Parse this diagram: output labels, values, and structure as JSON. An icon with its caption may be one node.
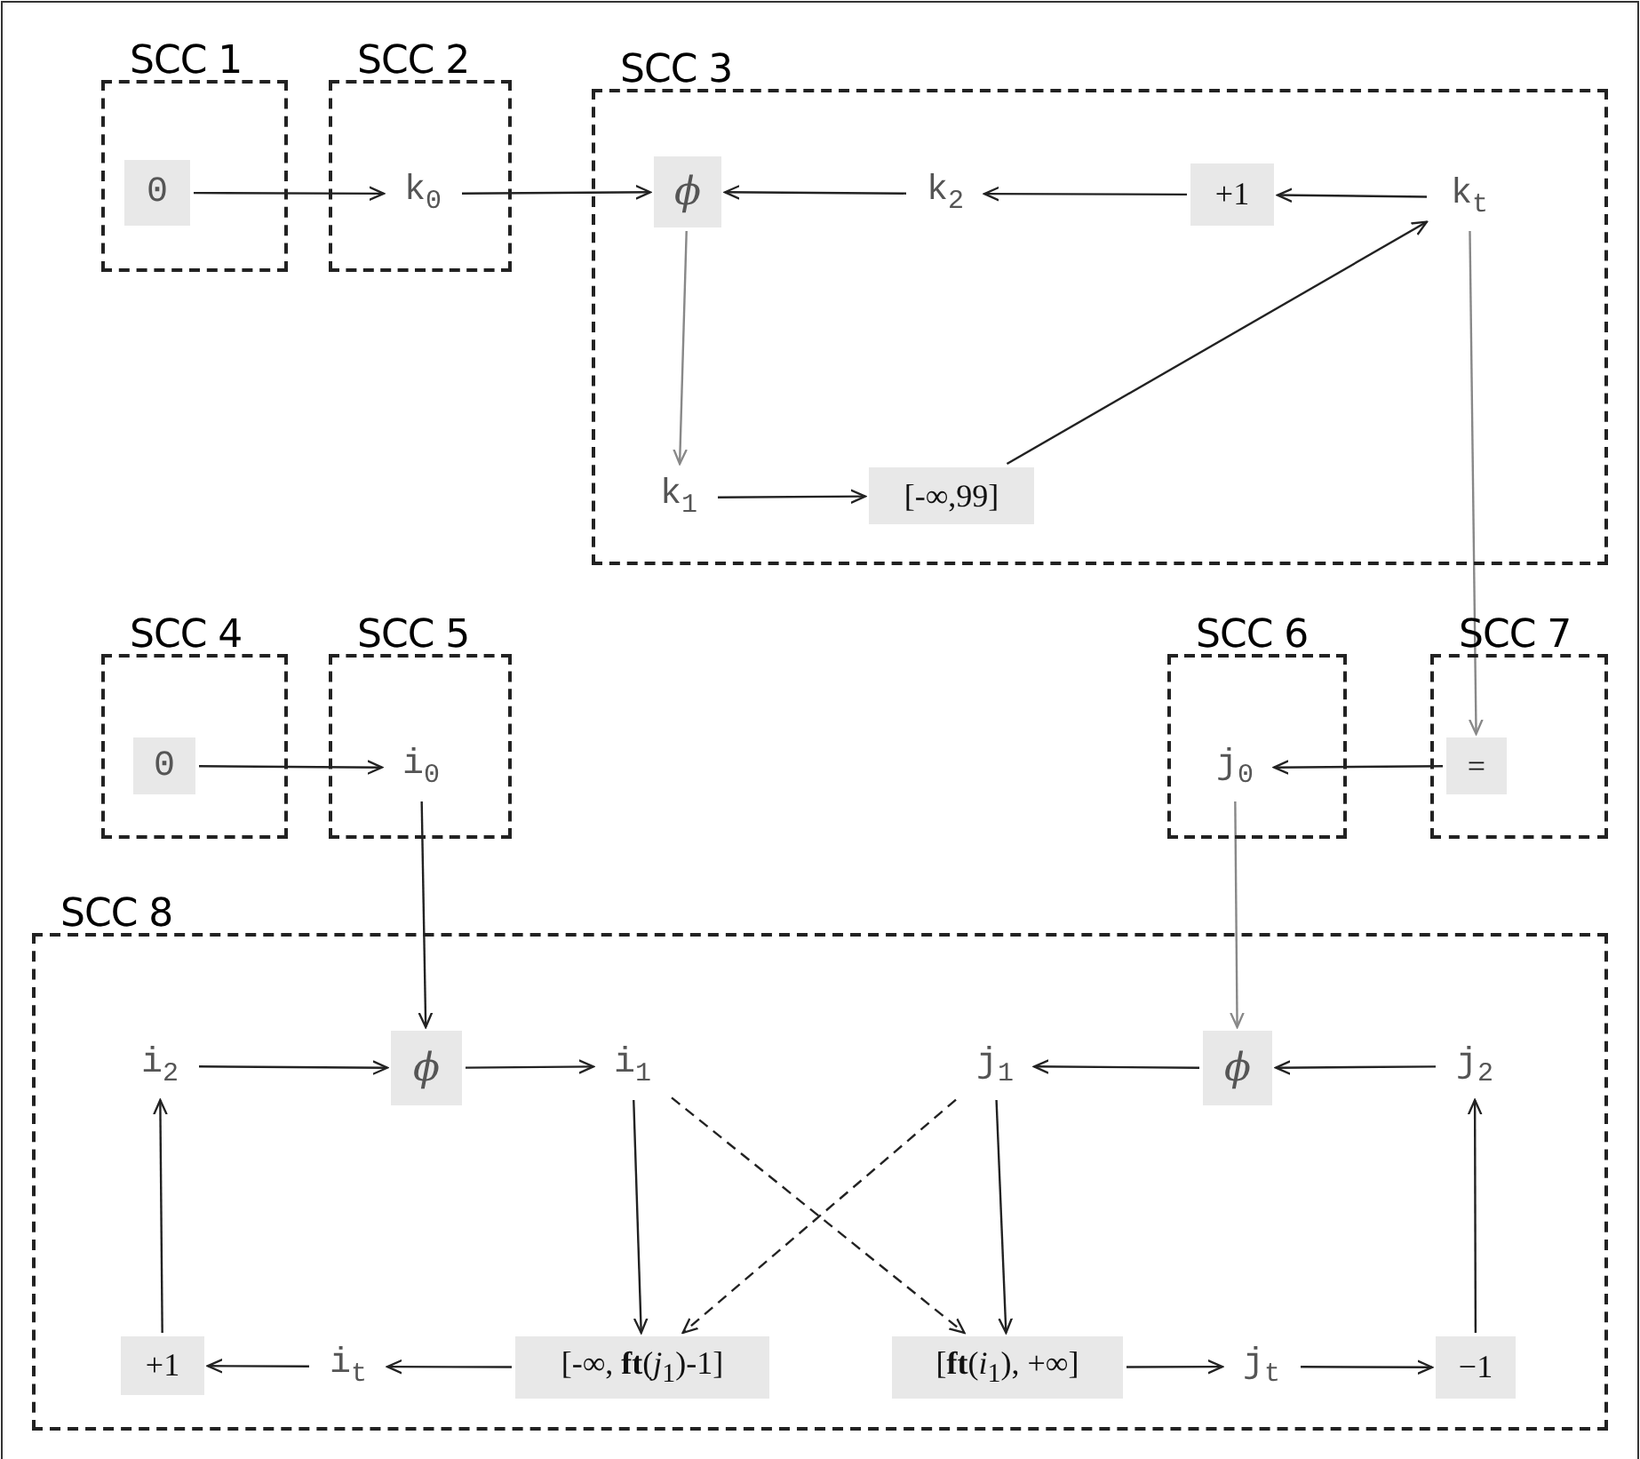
{
  "diagram": {
    "nodes": [
      {
        "text": [
          "SCC 1"
        ]
      },
      {
        "text": [
          "0"
        ],
        "in": 0
      },
      {
        "text": [
          "SCC 2"
        ]
      },
      {
        "text": [
          "k$_{0}$"
        ],
        "in": 2
      },
      {
        "text": [
          "SCC 3"
        ]
      },
      {
        "text": [
          "ϕ"
        ],
        "in": 4
      },
      {
        "text": [
          "k$_{2}$"
        ],
        "in": 4
      },
      {
        "text": [
          "+1"
        ],
        "in": 4
      },
      {
        "text": [
          "k$_{t}$"
        ],
        "in": 4
      },
      {
        "text": [
          "k$_{1}$"
        ],
        "in": 4
      },
      {
        "text": [
          "[-∞,99]"
        ],
        "in": 4
      },
      {
        "text": [
          "SCC 4"
        ]
      },
      {
        "text": [
          "0"
        ],
        "in": 11
      },
      {
        "text": [
          "SCC 5"
        ]
      },
      {
        "text": [
          "i$_{0}$"
        ],
        "in": 13
      },
      {
        "text": [
          "SCC 6"
        ]
      },
      {
        "text": [
          "j$_{0}$"
        ],
        "in": 15
      },
      {
        "text": [
          "SCC 7"
        ]
      },
      {
        "text": [
          "="
        ],
        "in": 17
      },
      {
        "text": [
          "SCC 8"
        ]
      },
      {
        "text": [
          "i$_{2}$"
        ],
        "in": 19
      },
      {
        "text": [
          "ϕ"
        ],
        "in": 19
      },
      {
        "text": [
          "i$_{1}$"
        ],
        "in": 19
      },
      {
        "text": [
          "j$_{1}$"
        ],
        "in": 19
      },
      {
        "text": [
          "ϕ"
        ],
        "in": 19
      },
      {
        "text": [
          "j$_{2}$"
        ],
        "in": 19
      },
      {
        "text": [
          "+1"
        ],
        "in": 19
      },
      {
        "text": [
          "i$_{t}$"
        ],
        "in": 19
      },
      {
        "text": [
          "[-∞, **ft**(*j*$_{1}$)-1]"
        ],
        "in": 19
      },
      {
        "text": [
          "[**ft**(*i*$_{1}$), +∞]"
        ],
        "in": 19
      },
      {
        "text": [
          "j$_{t}$"
        ],
        "in": 19
      },
      {
        "text": [
          "−1"
        ],
        "in": 19
      }
    ],
    "edges": [
      {
        "from": 1,
        "to": 3,
        "arrow": "to"
      },
      {
        "from": 3,
        "to": 5,
        "arrow": "to"
      },
      {
        "from": 6,
        "to": 5,
        "arrow": "to"
      },
      {
        "from": 7,
        "to": 6,
        "arrow": "to"
      },
      {
        "from": 8,
        "to": 7,
        "arrow": "to"
      },
      {
        "from": 5,
        "to": 9,
        "arrow": "to",
        "color": "#888888"
      },
      {
        "from": 9,
        "to": 10,
        "arrow": "to"
      },
      {
        "from": 10,
        "to": 8,
        "arrow": "to"
      },
      {
        "from": 8,
        "to": 18,
        "arrow": "to",
        "color": "#888888"
      },
      {
        "from": 18,
        "to": 16,
        "arrow": "to"
      },
      {
        "from": 12,
        "to": 14,
        "arrow": "to"
      },
      {
        "from": 14,
        "to": 21,
        "arrow": "to"
      },
      {
        "from": 16,
        "to": 24,
        "arrow": "to",
        "color": "#888888"
      },
      {
        "from": 20,
        "to": 21,
        "arrow": "to"
      },
      {
        "from": 21,
        "to": 22,
        "arrow": "to"
      },
      {
        "from": 24,
        "to": 23,
        "arrow": "to"
      },
      {
        "from": 25,
        "to": 24,
        "arrow": "to"
      },
      {
        "from": 22,
        "to": 28,
        "arrow": "to"
      },
      {
        "from": 22,
        "to": 29,
        "arrow": "to",
        "style": "dashed"
      },
      {
        "from": 23,
        "to": 28,
        "arrow": "to",
        "style": "dashed"
      },
      {
        "from": 23,
        "to": 29,
        "arrow": "to"
      },
      {
        "from": 28,
        "to": 27,
        "arrow": "to"
      },
      {
        "from": 27,
        "to": 26,
        "arrow": "to"
      },
      {
        "from": 26,
        "to": 20,
        "arrow": "to"
      },
      {
        "from": 29,
        "to": 30,
        "arrow": "to"
      },
      {
        "from": 30,
        "to": 31,
        "arrow": "to"
      },
      {
        "from": 31,
        "to": 25,
        "arrow": "to"
      }
    ]
  }
}
